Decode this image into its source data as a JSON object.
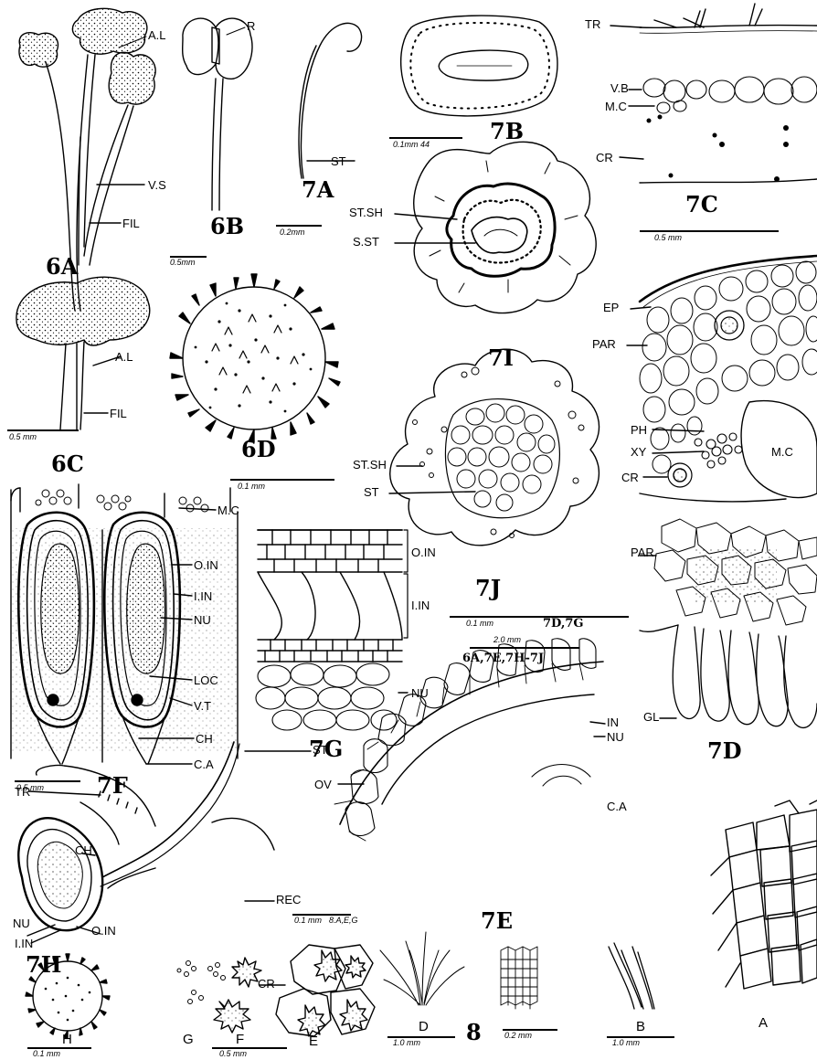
{
  "labels": {
    "al_6a": "A.L",
    "vs_6a": "V.S",
    "fil_6a": "FIL",
    "r_6b": "R",
    "st_7a": "ST",
    "tr_7c": "TR",
    "vb_7c": "V.B",
    "mc_7c": "M.C",
    "cr_7c": "CR",
    "stsh_7i": "ST.SH",
    "sst_7i": "S.ST",
    "al_6c": "A.L",
    "fil_6c": "FIL",
    "ep_7d": "EP",
    "par_7d": "PAR",
    "ph_7d": "PH",
    "xy_7d": "XY",
    "cr_7d": "CR",
    "mc_7d": "M.C",
    "stsh_7j": "ST.SH",
    "st_7j": "ST",
    "mc_7f": "M.C",
    "oin_7f": "O.IN",
    "iin_7f": "I.IN",
    "nu_7f": "NU",
    "loc_7f": "LOC",
    "vt_7f": "V.T",
    "ch_7f": "CH",
    "ca_7f": "C.A",
    "oin_7g": "O.IN",
    "iin_7g": "I.IN",
    "nu_7g": "NU",
    "par_7d2": "PAR",
    "gl_7d": "GL",
    "in_7e": "IN",
    "nu_7e": "NU",
    "ov_7e": "OV",
    "ca_7e": "C.A",
    "tr_7h": "TR",
    "st_7h": "ST",
    "ch_7h": "CH",
    "rec_7h": "REC",
    "nu_7h": "NU",
    "iin_7h": "I.IN",
    "oin_7h": "O.IN",
    "cr_8": "CR",
    "sub_h": "H",
    "sub_g": "G",
    "sub_f": "F",
    "sub_e": "E",
    "sub_d": "D",
    "sub_b": "B",
    "sub_a": "A"
  },
  "figure_numbers": {
    "f6a": "6A",
    "f6b": "6B",
    "f7a": "7A",
    "f7b": "7B",
    "f7c": "7C",
    "f7i": "7I",
    "f6c": "6C",
    "f6d": "6D",
    "f7j": "7J",
    "f7f": "7F",
    "f7g": "7G",
    "f7d": "7D",
    "f7h": "7H",
    "f7e": "7E",
    "f8": "8"
  },
  "scale_labels": {
    "s_7b": "0.1mm 44",
    "s_7a": "0.2mm",
    "s_6b": "0.5mm",
    "s_7c": "0.5 mm",
    "s_6c": "0.5 mm",
    "s_6d": "0.1 mm",
    "s_7dg_val": "0.1 mm",
    "s_7dg_figs": "7D,7G",
    "s_big_val": "2.0 mm",
    "s_big_figs": "6A,7E,7H-7J",
    "s_7f": "0.5 mm",
    "s_7e": "0.1 mm",
    "s_7e_figs": "8.A,E,G",
    "s_h": "0.1 mm",
    "s_f": "0.5 mm",
    "s_d": "1.0 mm",
    "s_c": "0.2 mm",
    "s_b": "1.0 mm"
  }
}
